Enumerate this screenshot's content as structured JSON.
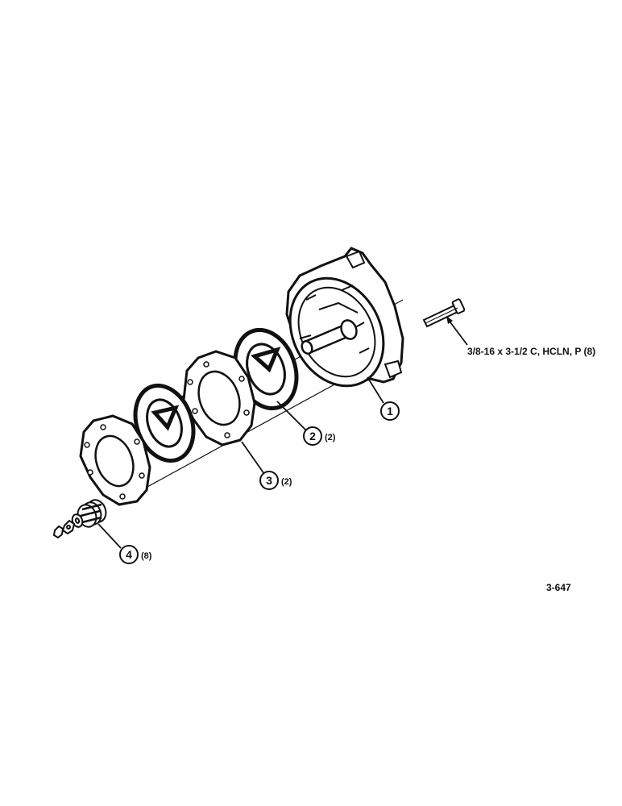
{
  "colors": {
    "ink": "#111111",
    "paper": "#ffffff"
  },
  "callouts": [
    {
      "id": "1",
      "qty": ""
    },
    {
      "id": "2",
      "qty": "(2)"
    },
    {
      "id": "3",
      "qty": "(2)"
    },
    {
      "id": "4",
      "qty": "(8)"
    }
  ],
  "bolt_note": "3/8-16 x 3-1/2 C, HCLN, P (8)",
  "figure_number": "3-647"
}
